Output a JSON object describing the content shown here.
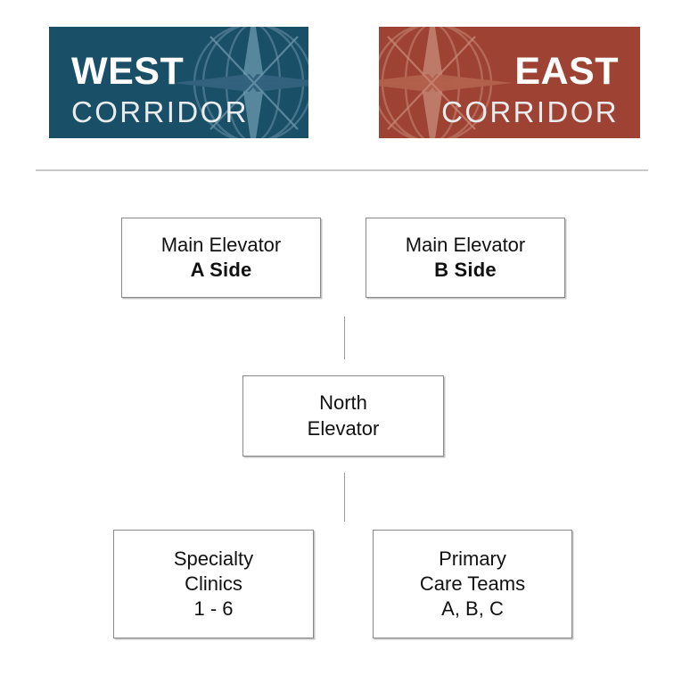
{
  "banners": [
    {
      "id": "west",
      "primary": "WEST",
      "secondary": "CORRIDOR",
      "background_color": "#1a4f68",
      "text_color": "#ffffff",
      "icon": "compass-rose-icon",
      "icon_side": "right"
    },
    {
      "id": "east",
      "primary": "EAST",
      "secondary": "CORRIDOR",
      "background_color": "#9e4334",
      "text_color": "#ffffff",
      "icon": "compass-rose-icon",
      "icon_side": "left"
    }
  ],
  "divider": {
    "color": "#c9c9c9"
  },
  "diagram": {
    "border_color": "#888888",
    "connector_color": "#9a9a9a",
    "nodes": {
      "main_elevator_a": {
        "line1": "Main Elevator",
        "line2": "A Side"
      },
      "main_elevator_b": {
        "line1": "Main Elevator",
        "line2": "B Side"
      },
      "north_elevator": {
        "line1": "North",
        "line2": "Elevator"
      },
      "specialty_clinics": {
        "line1": "Specialty",
        "line2": "Clinics",
        "line3": "1 - 6"
      },
      "primary_care": {
        "line1": "Primary",
        "line2": "Care Teams",
        "line3": "A, B, C"
      }
    }
  }
}
